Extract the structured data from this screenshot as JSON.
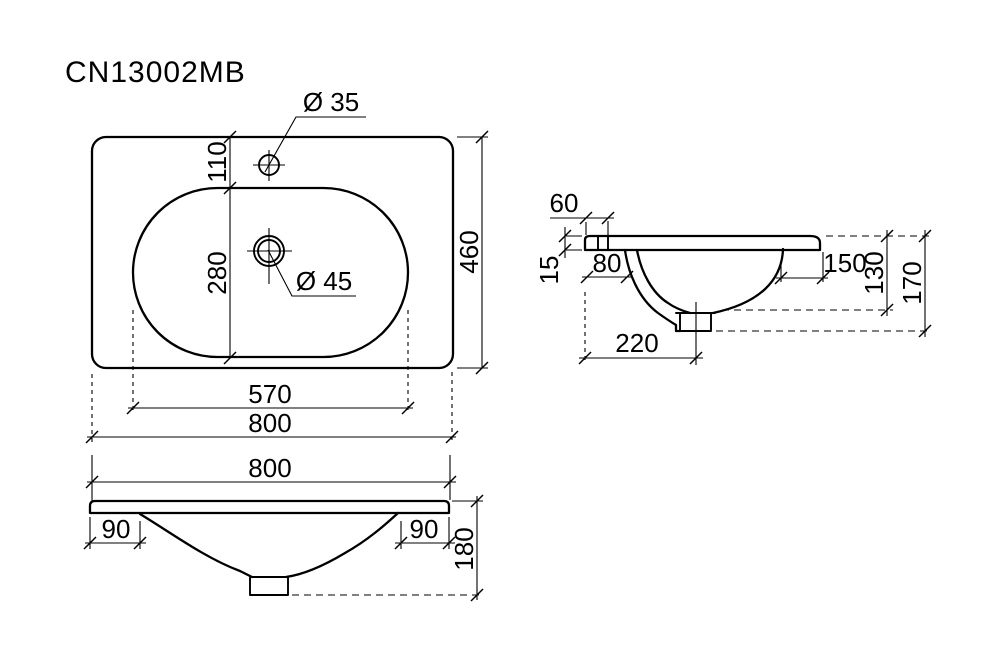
{
  "title": "CN13002MB",
  "views": {
    "top": {
      "label": "plan view of washbasin",
      "dims": {
        "overall_width": "800",
        "overall_height": "460",
        "basin_width": "570",
        "basin_height": "280",
        "faucet_offset": "110",
        "faucet_hole_diameter": "Ø 35",
        "drain_diameter": "Ø 45"
      }
    },
    "side": {
      "label": "side section view",
      "dims": {
        "faucet_from_back": "60",
        "rim_thickness": "15",
        "back_to_bowl": "80",
        "bowl_to_front": "150",
        "bowl_depth": "130",
        "total_depth": "170",
        "drain_from_back": "220"
      }
    },
    "front": {
      "label": "front view",
      "dims": {
        "overall_width": "800",
        "left_margin": "90",
        "right_margin": "90",
        "total_height": "180"
      }
    }
  },
  "colors": {
    "line": "#000000",
    "background": "#ffffff"
  }
}
